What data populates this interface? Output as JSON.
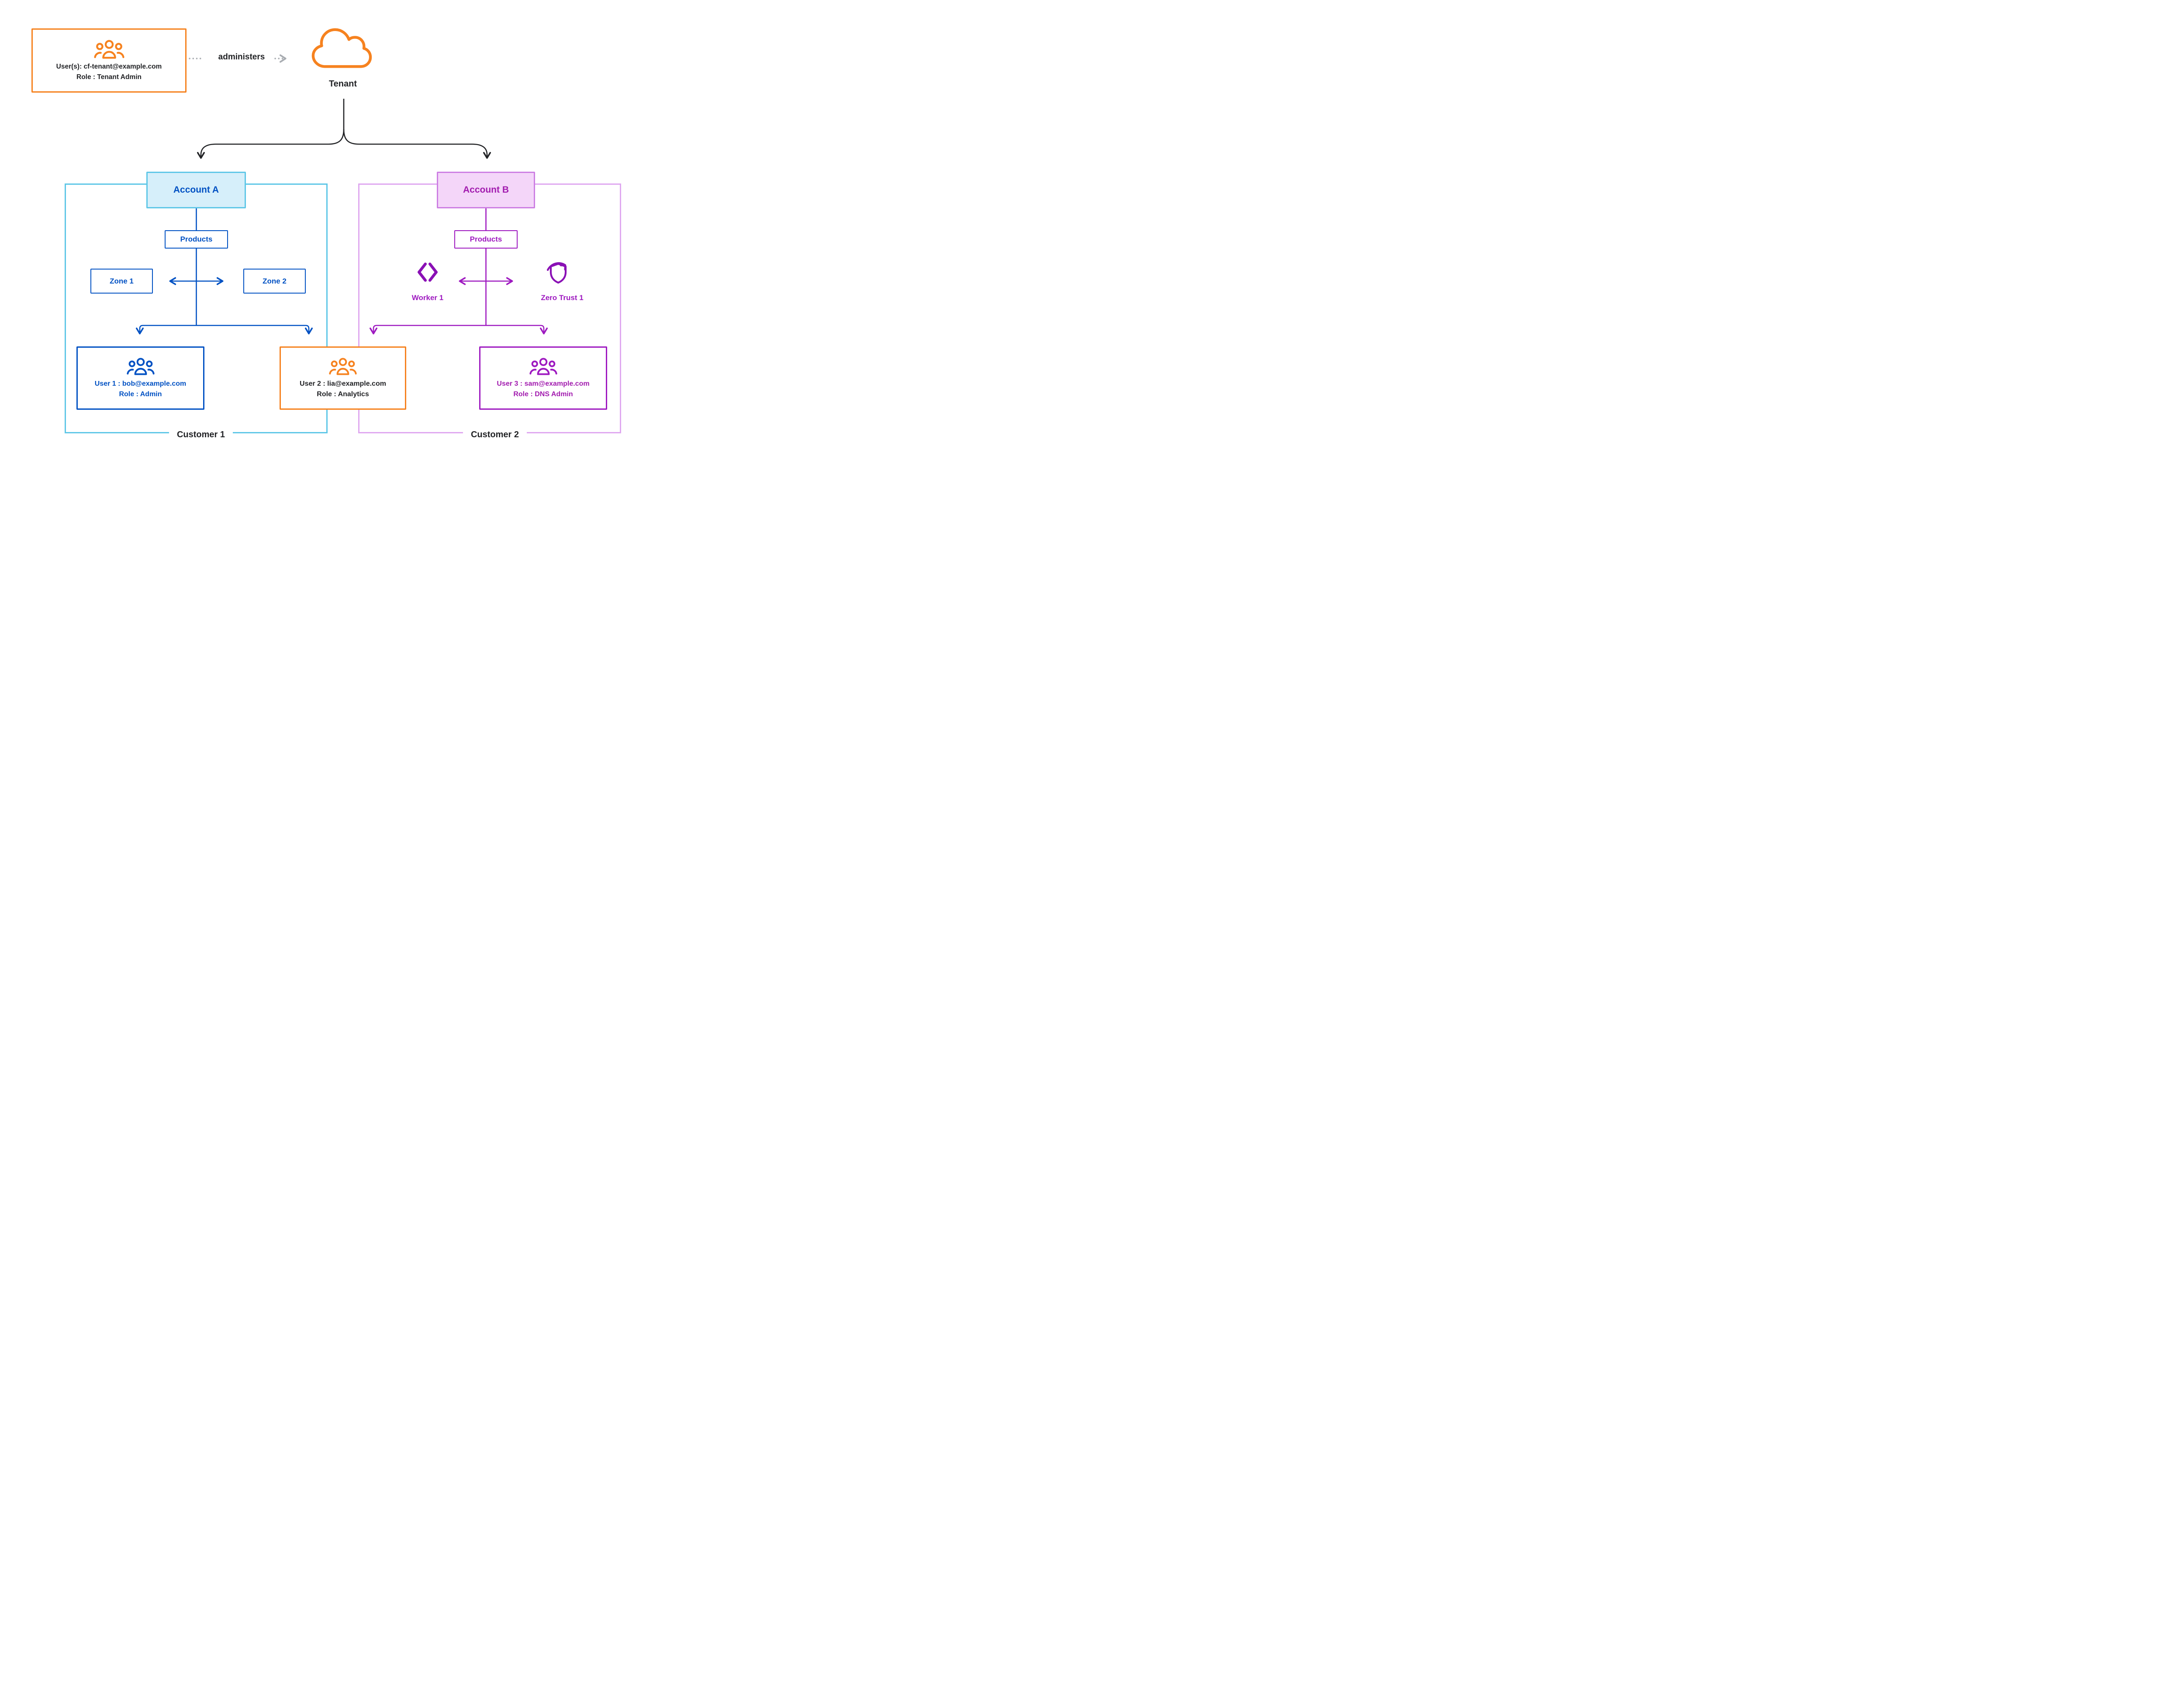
{
  "colors": {
    "orange": "#F6821F",
    "blue": "#0051C3",
    "cyan": "#5FC7E7",
    "purple": "#9E19C0",
    "purple_title": "#A21CAF",
    "customer2_border": "#DFA8F0",
    "account_a_fill": "#D6EFFA",
    "account_b_fill": "#F4D6F9",
    "dark_text": "#222326",
    "gray_arrow": "#A8ACB1"
  },
  "tenant_admin": {
    "line1": "User(s): cf-tenant@example.com",
    "line2": "Role : Tenant Admin"
  },
  "relation": {
    "administers": "administers"
  },
  "tenant": {
    "label": "Tenant"
  },
  "customers": [
    {
      "label": "Customer 1",
      "account_label": "Account A",
      "products_label": "Products",
      "zones": [
        "Zone 1",
        "Zone 2"
      ],
      "users": [
        {
          "name": "User 1 : bob@example.com",
          "role": "Role : Admin"
        },
        {
          "name": "User 2 : lia@example.com",
          "role": "Role : Analytics"
        }
      ]
    },
    {
      "label": "Customer 2",
      "account_label": "Account B",
      "products_label": "Products",
      "products": [
        "Worker 1",
        "Zero Trust 1"
      ],
      "users": [
        {
          "name": "User 3 : sam@example.com",
          "role": "Role : DNS Admin"
        }
      ]
    }
  ]
}
